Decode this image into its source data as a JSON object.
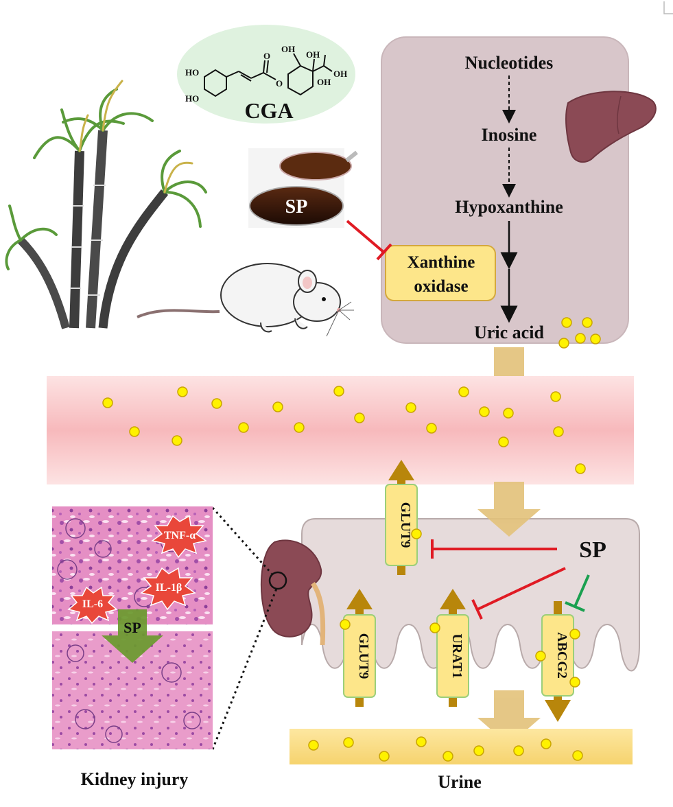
{
  "molecule": {
    "name": "CGA",
    "oh": "OH",
    "ho": "HO",
    "o": "O"
  },
  "extract": {
    "label": "SP"
  },
  "liver_pathway": {
    "steps": [
      "Nucleotides",
      "Inosine",
      "Hypoxanthine",
      "Uric acid"
    ],
    "enzyme_line1": "Xanthine",
    "enzyme_line2": "oxidase"
  },
  "kidney_tubule": {
    "inhibitor": "SP",
    "transporters": {
      "glut9_top": "GLUT9",
      "glut9_bottom": "GLUT9",
      "urat1": "URAT1",
      "abcg2": "ABCG2"
    }
  },
  "histology": {
    "cytokines": [
      "TNF-α",
      "IL-1β",
      "IL-6"
    ],
    "treatment": "SP",
    "caption": "Kidney injury"
  },
  "urine_label": "Urine",
  "colors": {
    "inhibit_red": "#e01b24",
    "inhibit_green": "#1aa050",
    "uric_dot": "#fff200",
    "flow_arrow": "#e3c27a",
    "transporter_arrow": "#b8860b",
    "liver_box": "#d9c8cc",
    "blood": "#f9c7c9",
    "urine": "#fbe08a"
  }
}
